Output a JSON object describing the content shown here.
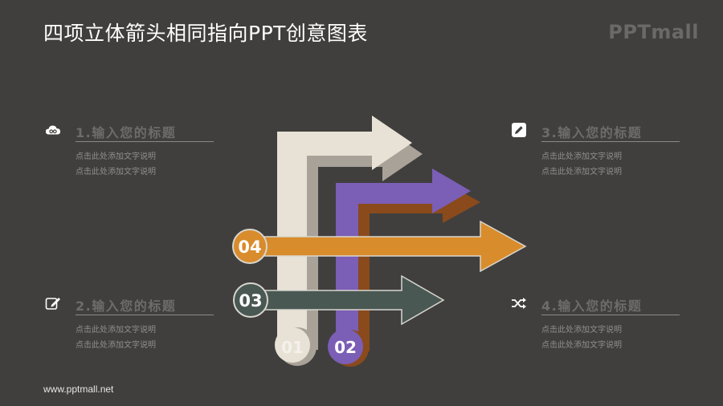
{
  "slide": {
    "title": "四项立体箭头相同指向PPT创意图表",
    "logo": "PPTmall",
    "footer": "www.pptmall.net"
  },
  "blocks": [
    {
      "heading": "1.输入您的标题",
      "desc1": "点击此处添加文字说明",
      "desc2": "点击此处添加文字说明",
      "icon": "cloud-link-icon"
    },
    {
      "heading": "2.输入您的标题",
      "desc1": "点击此处添加文字说明",
      "desc2": "点击此处添加文字说明",
      "icon": "edit-icon"
    },
    {
      "heading": "3.输入您的标题",
      "desc1": "点击此处添加文字说明",
      "desc2": "点击此处添加文字说明",
      "icon": "pencil-icon"
    },
    {
      "heading": "4.输入您的标题",
      "desc1": "点击此处添加文字说明",
      "desc2": "点击此处添加文字说明",
      "icon": "shuffle-icon"
    }
  ],
  "arrows": [
    {
      "number": "01",
      "color": "#e8e2d6",
      "shadow": "#a8a298"
    },
    {
      "number": "02",
      "color": "#7b5eb5",
      "shadow": "#8a4a1c"
    },
    {
      "number": "03",
      "color": "#4a5853",
      "shadow": "#2c3431"
    },
    {
      "number": "04",
      "color": "#d98c2b",
      "shadow": "#8b5a1c"
    }
  ]
}
